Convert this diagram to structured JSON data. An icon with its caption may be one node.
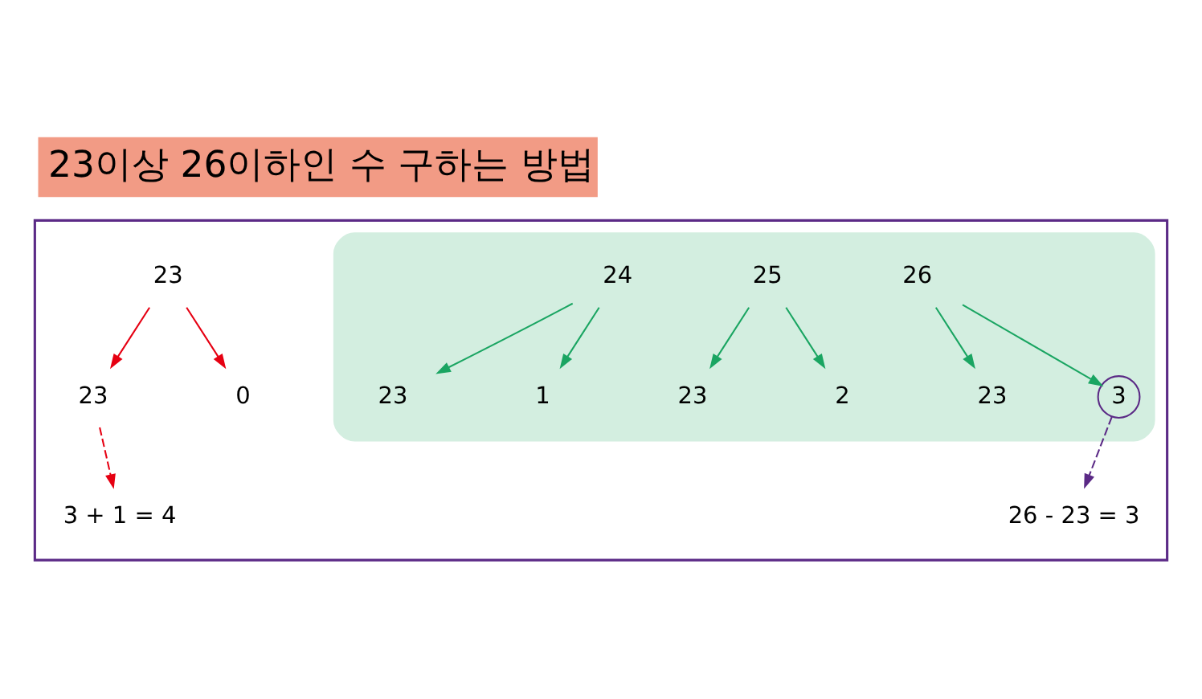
{
  "diagram": {
    "title": "23이상 26이하인 수 구하는 방법",
    "nodes": [
      {
        "text": [],
        "shape": "box"
      },
      {
        "text": [
          "23"
        ],
        "in": 0
      },
      {
        "text": [
          "23"
        ],
        "in": 0
      },
      {
        "text": [
          "0"
        ],
        "in": 0
      },
      {
        "text": [],
        "shape": "box",
        "in": 0
      },
      {
        "text": [
          "24"
        ],
        "in": 4
      },
      {
        "text": [
          "23"
        ],
        "in": 4
      },
      {
        "text": [
          "1"
        ],
        "in": 4
      },
      {
        "text": [
          "25"
        ],
        "in": 4
      },
      {
        "text": [
          "23"
        ],
        "in": 4
      },
      {
        "text": [
          "2"
        ],
        "in": 4
      },
      {
        "text": [
          "26"
        ],
        "in": 4
      },
      {
        "text": [
          "23"
        ],
        "in": 4
      },
      {
        "text": [
          "3"
        ],
        "in": 4
      },
      {
        "text": [
          "26 - 23 = 3"
        ],
        "in": 0
      },
      {
        "text": [
          "3 + 1 = 4"
        ],
        "in": 0
      }
    ],
    "edges": [
      {
        "from": 1,
        "to": 2,
        "arrow": "to",
        "color": "#e60012"
      },
      {
        "from": 1,
        "to": 3,
        "arrow": "to",
        "color": "#e60012"
      },
      {
        "from": 5,
        "to": 6,
        "arrow": "to"
      },
      {
        "from": 5,
        "to": 7,
        "arrow": "to"
      },
      {
        "from": 8,
        "to": 9,
        "arrow": "to"
      },
      {
        "from": 8,
        "to": 10,
        "arrow": "to"
      },
      {
        "from": 11,
        "to": 12,
        "arrow": "to"
      },
      {
        "from": 11,
        "to": 13,
        "arrow": "to"
      },
      {
        "from": 13,
        "to": 14,
        "arrow": "to",
        "style": "dashed",
        "color": "#5b2a86"
      },
      {
        "from": 2,
        "to": 15,
        "arrow": "to",
        "style": "dashed",
        "color": "#e60012"
      }
    ]
  }
}
